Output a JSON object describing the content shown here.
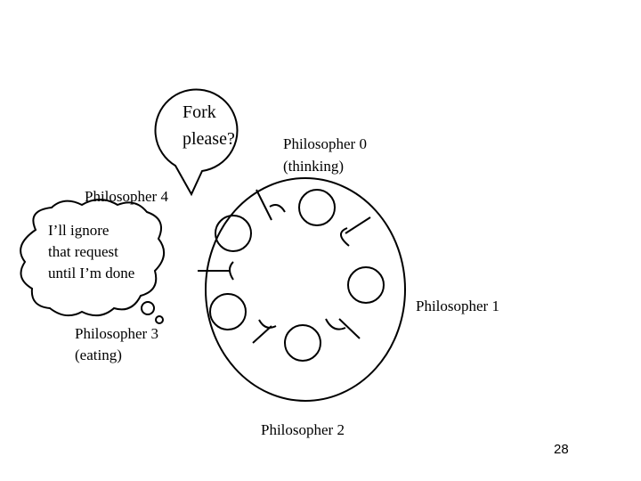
{
  "philosophers": {
    "p0_name": "Philosopher 0",
    "p0_state": "(thinking)",
    "p1_name": "Philosopher 1",
    "p2_name": "Philosopher 2",
    "p3_name": "Philosopher 3",
    "p3_state": "(eating)",
    "p4_name": "Philosopher 4"
  },
  "speech_bubble": {
    "line1": "Fork",
    "line2": "please?"
  },
  "thought_bubble": {
    "line1": "I’ll ignore",
    "line2": "that request",
    "line3": "until I’m done"
  },
  "slide_number": "28"
}
